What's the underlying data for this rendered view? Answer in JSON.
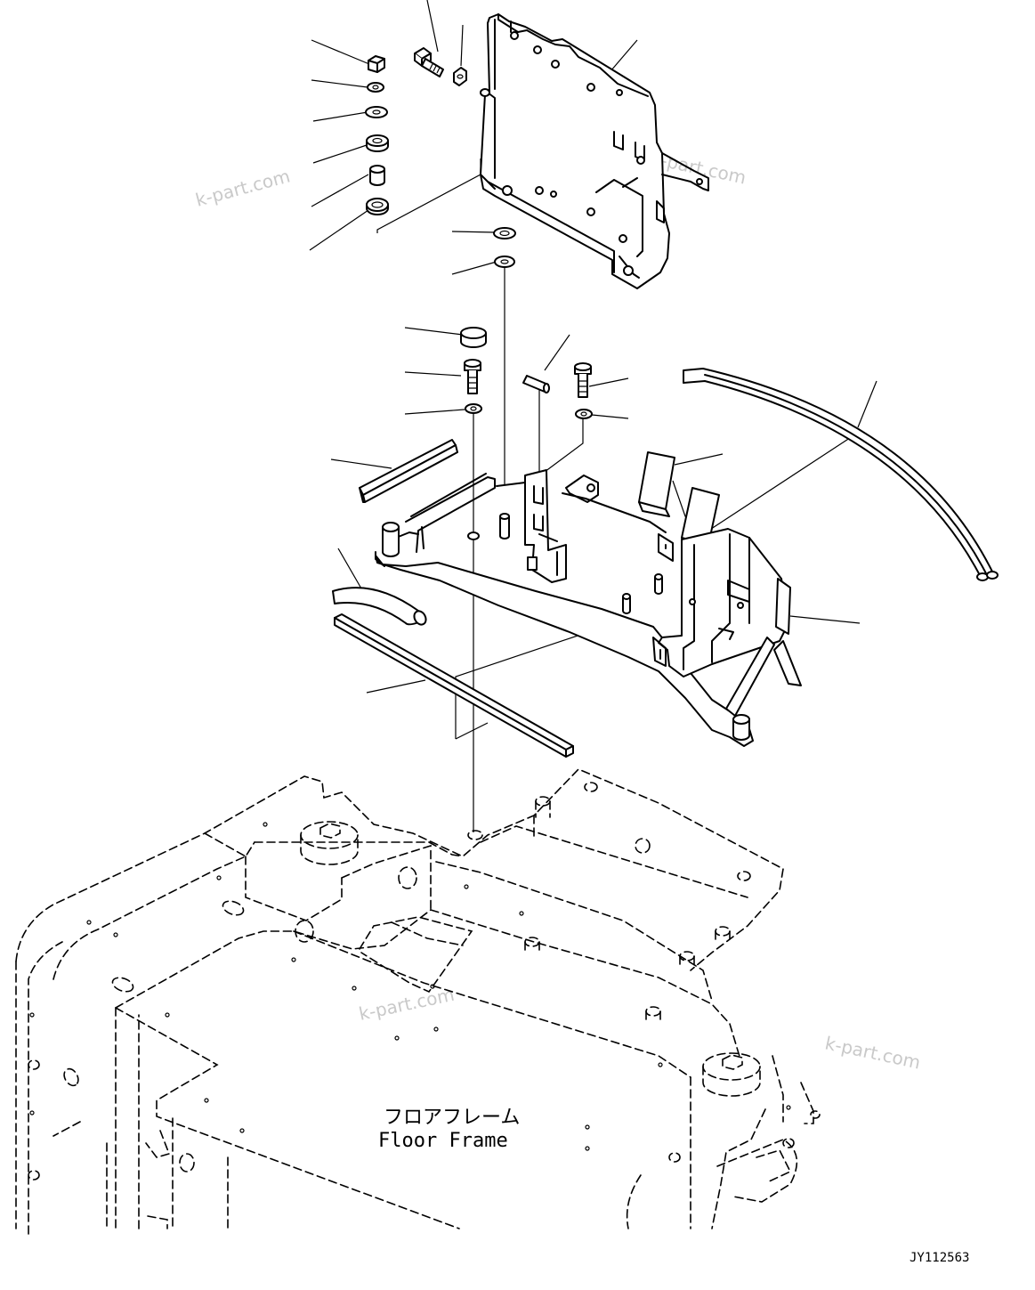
{
  "diagram": {
    "label_jp": "フロアフレーム",
    "label_en": "Floor Frame",
    "drawing_code": "JY112563",
    "watermark": "k-part.com"
  }
}
